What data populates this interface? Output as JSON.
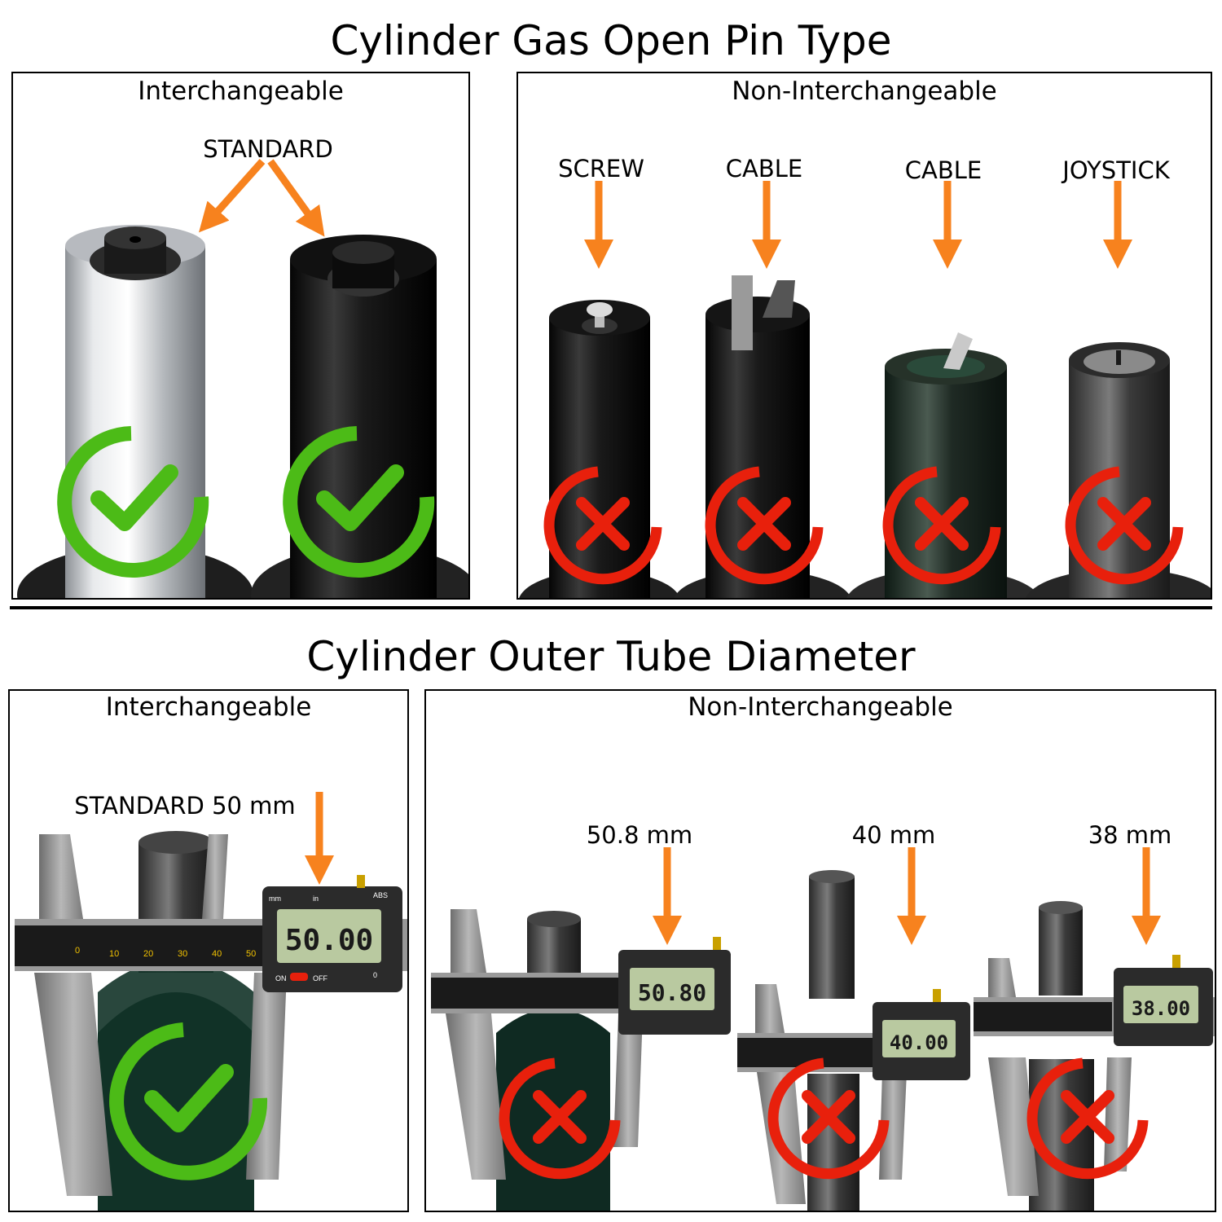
{
  "top": {
    "title": "Cylinder Gas Open Pin Type",
    "left_panel": {
      "heading": "Interchangeable",
      "label": "STANDARD",
      "items": [
        {
          "name": "silver-standard-cylinder",
          "status": "check"
        },
        {
          "name": "black-standard-cylinder",
          "status": "check"
        }
      ]
    },
    "right_panel": {
      "heading": "Non-Interchangeable",
      "items": [
        {
          "label": "SCREW",
          "status": "cross"
        },
        {
          "label": "CABLE",
          "status": "cross"
        },
        {
          "label": "CABLE",
          "status": "cross"
        },
        {
          "label": "JOYSTICK",
          "status": "cross"
        }
      ]
    }
  },
  "bottom": {
    "title": "Cylinder Outer Tube Diameter",
    "left_panel": {
      "heading": "Interchangeable",
      "label": "STANDARD 50 mm",
      "caliper": {
        "reading": "50.00",
        "unit_mm": "mm",
        "unit_in": "in",
        "abs": "ABS",
        "on": "ON",
        "off": "OFF",
        "zero": "0",
        "scale": [
          "0",
          "10",
          "20",
          "30",
          "40",
          "50"
        ]
      },
      "status": "check"
    },
    "right_panel": {
      "heading": "Non-Interchangeable",
      "items": [
        {
          "label": "50.8 mm",
          "reading": "50.80",
          "status": "cross"
        },
        {
          "label": "40 mm",
          "reading": "40.00",
          "status": "cross"
        },
        {
          "label": "38 mm",
          "reading": "38.00",
          "status": "cross"
        }
      ]
    }
  },
  "colors": {
    "arrow": "#f7821e",
    "check": "#4cbb17",
    "cross": "#e8200c",
    "lcd": "#b9c9a0",
    "cylinder_black": "#1c1c1c",
    "cylinder_silver": "#c8ccd0"
  }
}
